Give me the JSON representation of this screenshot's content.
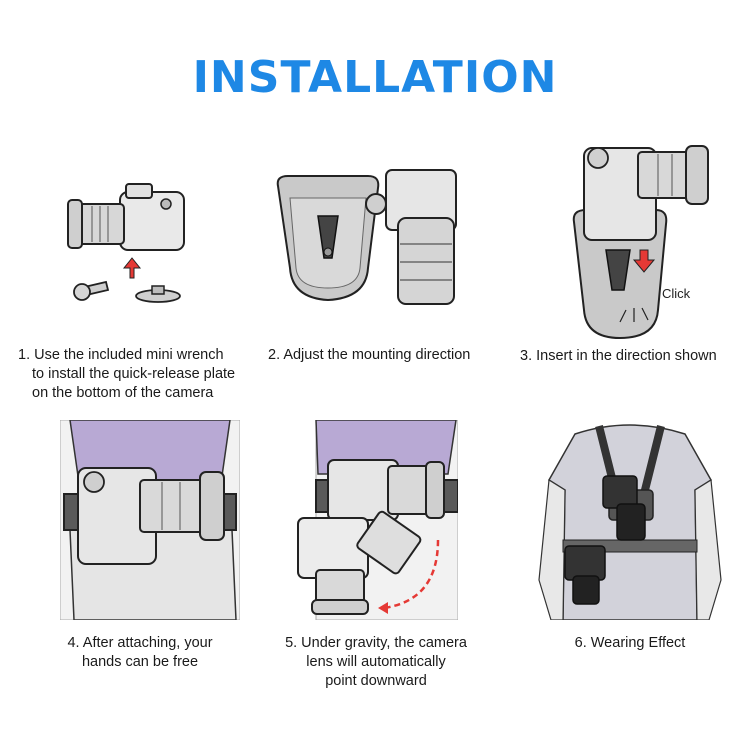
{
  "title": "INSTALLATION",
  "accent_color": "#1e88e5",
  "arrow_color": "#e53935",
  "steps": [
    {
      "id": 1,
      "icon": "camera-with-quick-release-plate-icon",
      "caption_lines": [
        "1. Use the included mini wrench",
        "to install the quick-release plate",
        "on the bottom of the camera"
      ]
    },
    {
      "id": 2,
      "icon": "mount-plate-and-camera-icon",
      "caption_lines": [
        "2. Adjust the mounting direction"
      ]
    },
    {
      "id": 3,
      "icon": "camera-inserted-into-mount-icon",
      "click_label": "Click",
      "caption_lines": [
        "3. Insert in the direction shown"
      ]
    },
    {
      "id": 4,
      "icon": "camera-on-belt-icon",
      "caption_lines": [
        "4. After attaching, your",
        "hands can be free"
      ]
    },
    {
      "id": 5,
      "icon": "camera-rotating-down-icon",
      "caption_lines": [
        "5. Under gravity, the camera",
        "lens will automatically",
        "point downward"
      ]
    },
    {
      "id": 6,
      "icon": "person-wearing-harness-icon",
      "caption_lines": [
        "6. Wearing Effect"
      ]
    }
  ]
}
